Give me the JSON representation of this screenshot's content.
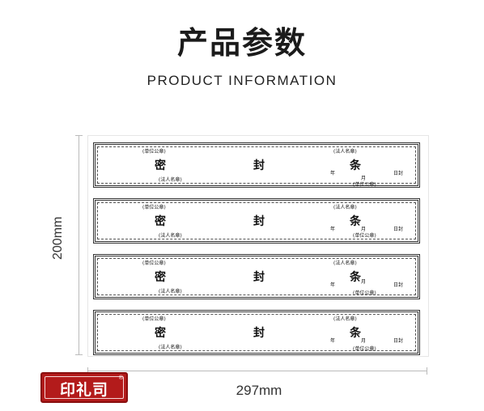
{
  "header": {
    "title": "产品参数",
    "subtitle": "PRODUCT INFORMATION"
  },
  "dimensions": {
    "height_label": "200mm",
    "width_label": "297mm"
  },
  "seal_strip": {
    "unit_seal": "(单位公章)",
    "legal_rep": "(法人名章)",
    "char_1": "密",
    "char_2": "封",
    "char_3": "条",
    "year": "年",
    "month": "月",
    "day_seal": "日封"
  },
  "strip_count": 4,
  "logo": {
    "text": "印礼司",
    "registered": "®"
  },
  "colors": {
    "logo_red": "#b31b1b",
    "border": "#333333"
  }
}
